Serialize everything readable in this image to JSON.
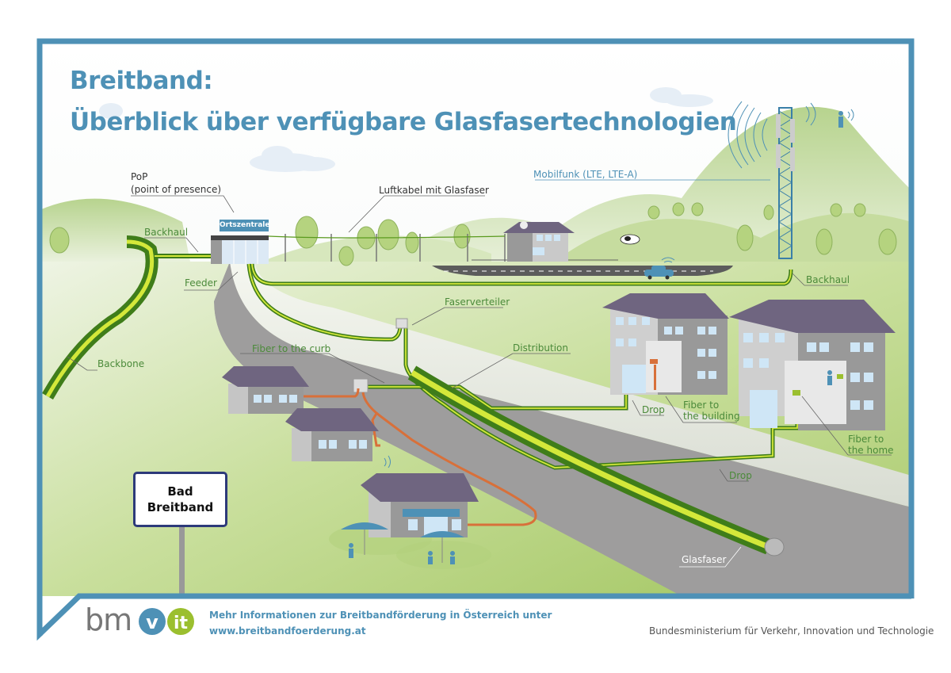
{
  "title": {
    "line1": "Breitband:",
    "line2": "Überblick über verfügbare Glasfasertechnologien"
  },
  "labels": {
    "pop": "PoP",
    "pop_sub": "(point of presence)",
    "ortszentrale": "Ortszentrale",
    "backhaul_left": "Backhaul",
    "feeder": "Feeder",
    "backbone": "Backbone",
    "luftkabel": "Luftkabel mit Glasfaser",
    "mobilfunk": "Mobilfunk (LTE, LTE-A)",
    "backhaul_right": "Backhaul",
    "faserverteiler": "Faserverteiler",
    "fiber_to_the_curb": "Fiber to the curb",
    "distribution": "Distribution",
    "drop_building": "Drop",
    "fiber_to_the_building_1": "Fiber to",
    "fiber_to_the_building_2": "the building",
    "fiber_to_the_home_1": "Fiber to",
    "fiber_to_the_home_2": "the home",
    "drop_home": "Drop",
    "glasfaser": "Glasfaser"
  },
  "sign": {
    "line1": "Bad",
    "line2": "Breitband"
  },
  "footer": {
    "logo_bm": "bm",
    "logo_v": "v",
    "logo_it": "it",
    "info_text": "Mehr Informationen zur Breitbandförderung in Österreich unter",
    "url": "www.breitbandfoerderung.at",
    "ministry": "Bundesministerium für Verkehr, Innovation und Technologie"
  },
  "colors": {
    "frame_blue": "#4e91b6",
    "label_green": "#4b8a3a",
    "fiber_green": "#5a9a1e",
    "fiber_yellow": "#d4e83a",
    "copper_orange": "#d8703a",
    "road_gray": "#9d9d9d",
    "grass": "#b9d58c",
    "logo_v_blue": "#4e91b6",
    "logo_it_green": "#9bbf2f"
  }
}
